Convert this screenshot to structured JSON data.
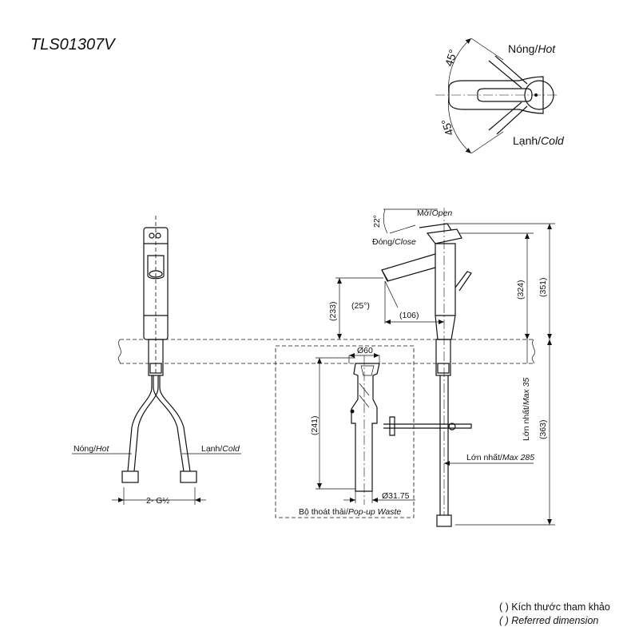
{
  "model_code": "TLS01307V",
  "handle_view": {
    "hot_label": "Nóng/",
    "hot_label_en": "Hot",
    "cold_label": "Lạnh/",
    "cold_label_en": "Cold",
    "angle_top": "45°",
    "angle_bottom": "45°"
  },
  "front_view": {
    "hot_label": "Nóng/",
    "hot_label_en": "Hot",
    "cold_label": "Lạnh/",
    "cold_label_en": "Cold",
    "thread": "2- G½"
  },
  "side_view": {
    "open_label": "Mở/",
    "open_label_en": "Open",
    "close_label": "Đóng/",
    "close_label_en": "Close",
    "lever_angle": "22°",
    "spout_angle": "(25°)",
    "spout_reach": "(106)",
    "spout_height": "(233)",
    "handle_height": "(324)",
    "total_height": "(351)",
    "below_counter": "(363)",
    "max_thickness_label": "Lớn nhất/",
    "max_thickness_en": "Max 35",
    "max_reach_label": "Lớn nhất/",
    "max_reach_en": "Max 285",
    "waste_top_dia": "Ø60",
    "waste_depth": "(241)",
    "waste_pipe_dia": "Ø31.75",
    "waste_label": "Bộ thoát thải/",
    "waste_label_en": "Pop-up Waste"
  },
  "legend": {
    "line1": "(  ) Kích thước tham khảo",
    "line2": "(  ) Referred dimension"
  }
}
